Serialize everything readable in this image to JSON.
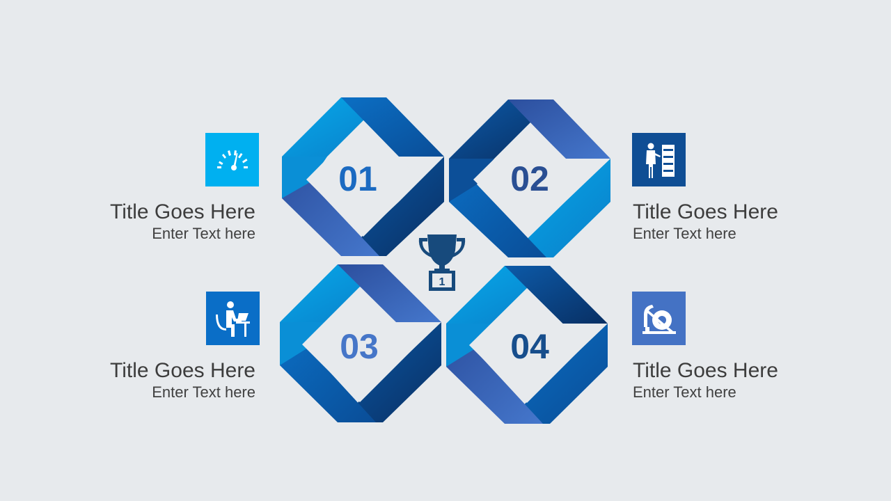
{
  "steps": [
    {
      "number": "01",
      "title": "Title Goes Here",
      "text": "Enter Text here",
      "icon": "speedometer-icon",
      "icon_bg": "#00b0f0",
      "number_color": "#1b6ac1"
    },
    {
      "number": "02",
      "title": "Title Goes Here",
      "text": "Enter Text here",
      "icon": "presenter-board-icon",
      "icon_bg": "#0f4e94",
      "number_color": "#2a4f93"
    },
    {
      "number": "03",
      "title": "Title Goes Here",
      "text": "Enter Text here",
      "icon": "person-at-laptop-icon",
      "icon_bg": "#0a6ec7",
      "number_color": "#4676c8"
    },
    {
      "number": "04",
      "title": "Title Goes Here",
      "text": "Enter Text here",
      "icon": "saw-tool-icon",
      "icon_bg": "#4472c4",
      "number_color": "#174e8c"
    }
  ],
  "center": {
    "icon": "trophy-icon",
    "trophy_label": "1",
    "color": "#174a7c"
  },
  "colors": {
    "background": "#e7eaed",
    "light": "#0aa6e6",
    "mid": "#0863b8",
    "dark": "#0a3f78",
    "periwinkle": "#3a63b8"
  }
}
